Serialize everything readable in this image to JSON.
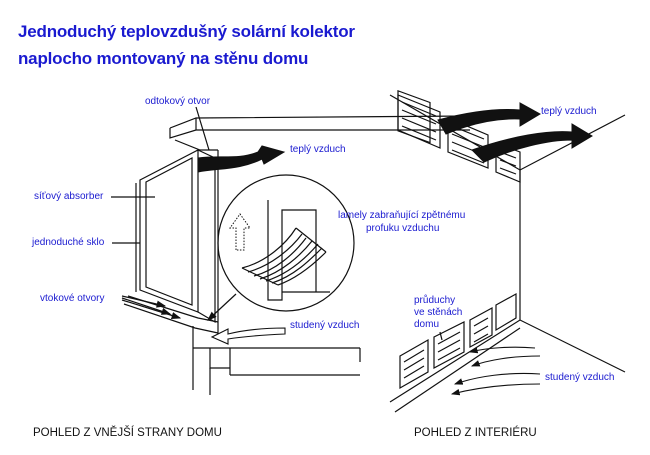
{
  "title": {
    "line1": "Jednoduchý teplovzdušný solární kolektor",
    "line2": "naplocho montovaný na stěnu domu"
  },
  "labels": {
    "outlet": "odtokový otvor",
    "warm_air_left": "teplý vzduch",
    "mesh_absorber": "síťový absorber",
    "single_glass": "jednoduché sklo",
    "slats_line1": "lamely zabraňující zpětnému",
    "slats_line2": "profuku vzduchu",
    "inlets": "vtokové otvory",
    "cold_air_left": "studený vzduch",
    "warm_air_right": "teplý vzduch",
    "vents_line1": "průduchy",
    "vents_line2": "ve stěnách",
    "vents_line3": "domu",
    "cold_air_right": "studený vzduch"
  },
  "captions": {
    "outside_view": "POHLED Z VNĚJŠÍ STRANY DOMU",
    "interior_view": "POHLED Z INTERIÉRU"
  },
  "colors": {
    "title": "#1a1ad0",
    "labels": "#1a1ad0",
    "line_art": "#111111"
  }
}
